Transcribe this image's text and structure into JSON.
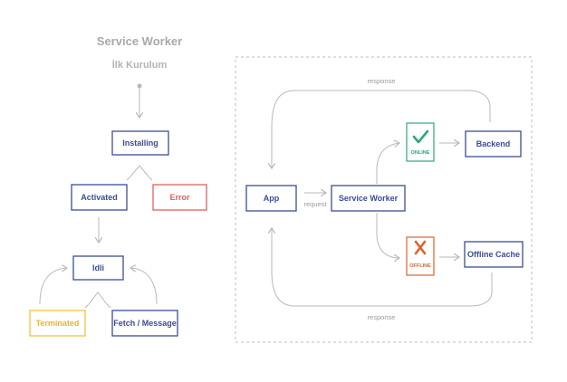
{
  "lifecycle": {
    "title": "Service Worker",
    "subtitle": "İlk Kurulum",
    "states": {
      "installing": "Installing",
      "activated": "Activated",
      "error": "Error",
      "idle": "Idli",
      "terminated": "Terminated",
      "fetch": "Fetch / Message"
    }
  },
  "flow": {
    "app": "App",
    "service_worker": "Service Worker",
    "backend": "Backend",
    "offline_cache": "Offline Cache",
    "online": "ONLINE",
    "offline": "OFFLINE",
    "request": "request",
    "response_top": "response",
    "response_bottom": "response"
  },
  "colors": {
    "blue": "#3b4d94",
    "red": "#e0615a",
    "yellow": "#f0c23b",
    "green": "#2fa877",
    "orange": "#e0622d",
    "arrow": "#b9b9b9"
  }
}
